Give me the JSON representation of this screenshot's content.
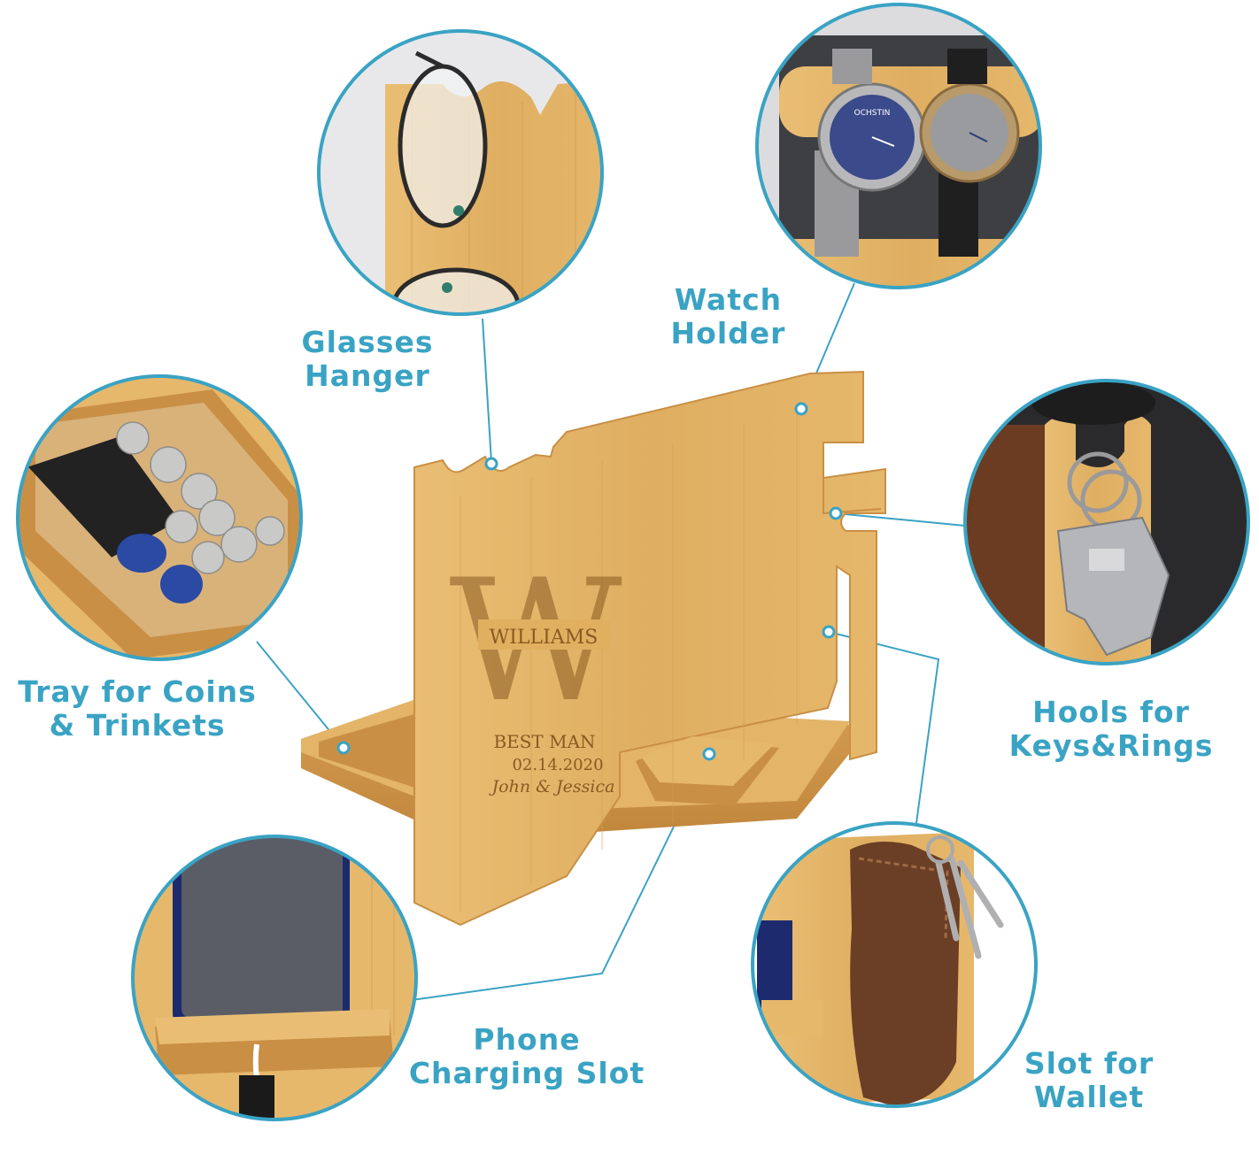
{
  "colors": {
    "accent": "#3aa3c4",
    "bamboo": "#e2b56a",
    "bamboo_dark": "#c98f45",
    "engraving": "#8a5a22",
    "background": "#ffffff"
  },
  "callouts": {
    "glasses": {
      "line1": "Glasses",
      "line2": "Hanger"
    },
    "watch": {
      "line1": "Watch",
      "line2": "Holder"
    },
    "tray": {
      "line1": "Tray for Coins",
      "line2": "& Trinkets"
    },
    "keys": {
      "line1": "Hools for",
      "line2": "Keys&Rings"
    },
    "phone": {
      "line1": "Phone",
      "line2": "Charging Slot"
    },
    "wallet": {
      "line1": "Slot for",
      "line2": "Wallet"
    }
  },
  "engraving": {
    "monogram": "W",
    "surname": "WILLIAMS",
    "role": "BEST MAN",
    "date": "02.14.2020",
    "names": "John & Jessica"
  },
  "watch_brand": "OCHSTIN"
}
